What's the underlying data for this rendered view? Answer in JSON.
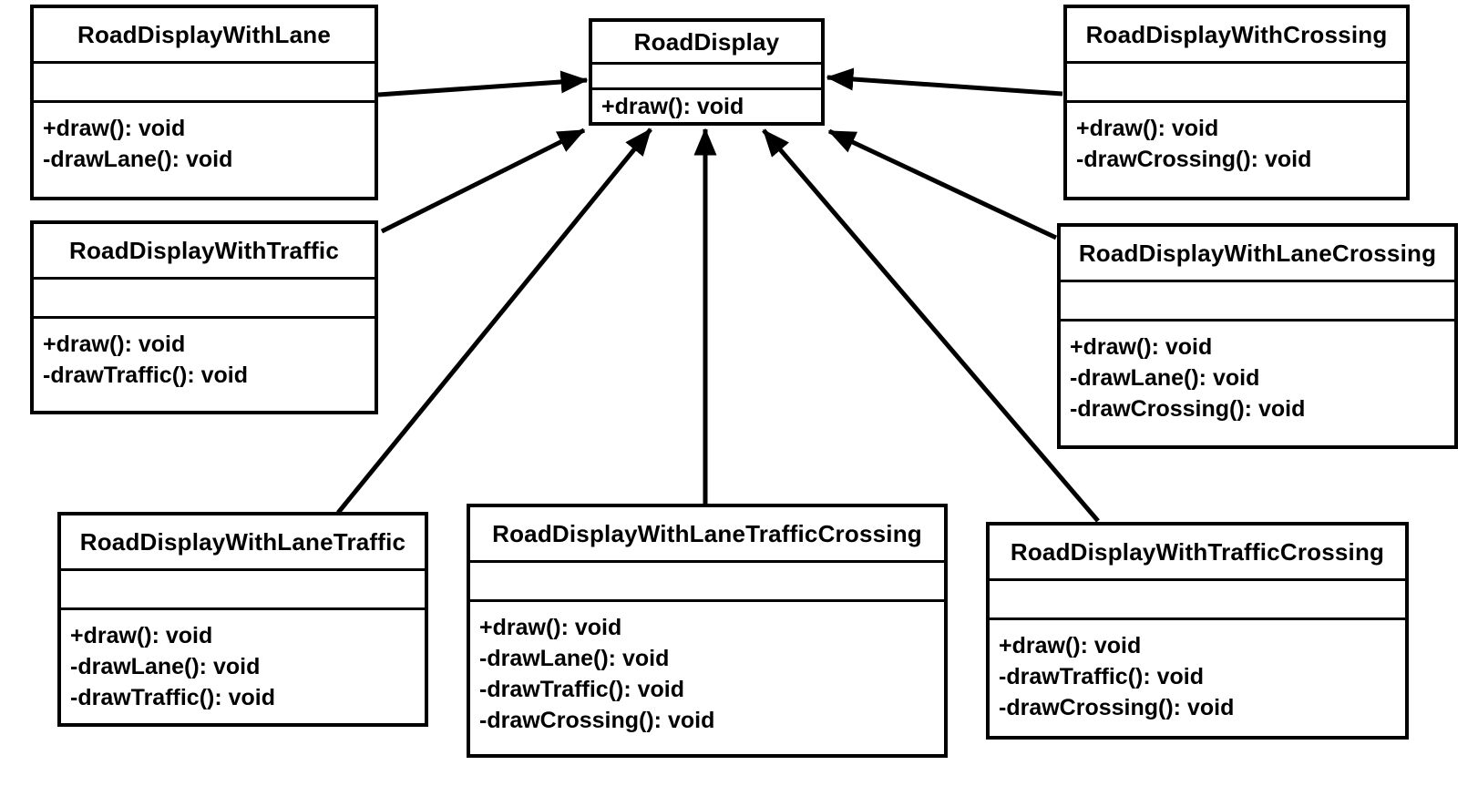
{
  "diagram": {
    "type": "uml-class-diagram",
    "colors": {
      "line": "#000000",
      "text": "#000000",
      "background": "#ffffff"
    },
    "classes": [
      {
        "name": "RoadDisplay",
        "attributes": [],
        "methods": [
          "+draw(): void"
        ]
      },
      {
        "name": "RoadDisplayWithLane",
        "attributes": [],
        "methods": [
          "+draw(): void",
          "-drawLane(): void"
        ]
      },
      {
        "name": "RoadDisplayWithCrossing",
        "attributes": [],
        "methods": [
          "+draw(): void",
          "-drawCrossing(): void"
        ]
      },
      {
        "name": "RoadDisplayWithTraffic",
        "attributes": [],
        "methods": [
          "+draw(): void",
          "-drawTraffic(): void"
        ]
      },
      {
        "name": "RoadDisplayWithLaneCrossing",
        "attributes": [],
        "methods": [
          "+draw(): void",
          "-drawLane(): void",
          "-drawCrossing(): void"
        ]
      },
      {
        "name": "RoadDisplayWithLaneTraffic",
        "attributes": [],
        "methods": [
          "+draw(): void",
          "-drawLane(): void",
          "-drawTraffic(): void"
        ]
      },
      {
        "name": "RoadDisplayWithLaneTrafficCrossing",
        "attributes": [],
        "methods": [
          "+draw(): void",
          "-drawLane(): void",
          "-drawTraffic(): void",
          "-drawCrossing(): void"
        ]
      },
      {
        "name": "RoadDisplayWithTrafficCrossing",
        "attributes": [],
        "methods": [
          "+draw(): void",
          "-drawTraffic(): void",
          "-drawCrossing(): void"
        ]
      }
    ],
    "relationships": [
      {
        "from": "RoadDisplayWithLane",
        "to": "RoadDisplay",
        "style": "solid-filled-arrow"
      },
      {
        "from": "RoadDisplayWithCrossing",
        "to": "RoadDisplay",
        "style": "solid-filled-arrow"
      },
      {
        "from": "RoadDisplayWithTraffic",
        "to": "RoadDisplay",
        "style": "solid-filled-arrow"
      },
      {
        "from": "RoadDisplayWithLaneCrossing",
        "to": "RoadDisplay",
        "style": "solid-filled-arrow"
      },
      {
        "from": "RoadDisplayWithLaneTraffic",
        "to": "RoadDisplay",
        "style": "solid-filled-arrow"
      },
      {
        "from": "RoadDisplayWithLaneTrafficCrossing",
        "to": "RoadDisplay",
        "style": "solid-filled-arrow"
      },
      {
        "from": "RoadDisplayWithTrafficCrossing",
        "to": "RoadDisplay",
        "style": "solid-filled-arrow"
      }
    ]
  }
}
